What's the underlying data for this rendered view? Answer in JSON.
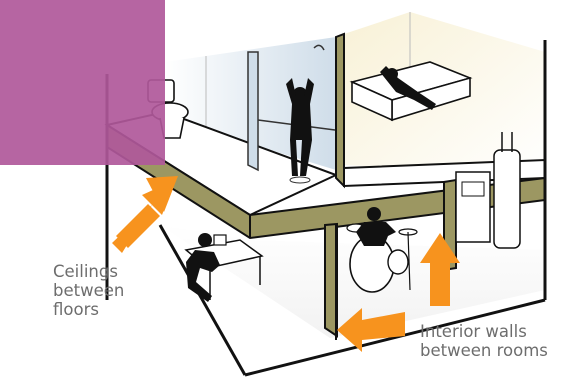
{
  "labels": {
    "ceilings": [
      "Ceilings",
      "between",
      "floors"
    ],
    "interior_walls": [
      "Interior walls",
      "between rooms"
    ]
  },
  "colors": {
    "accent_magenta": "#b0589a",
    "arrow_orange": "#f7931e",
    "wall_cavity_olive": "#9c9762",
    "bathroom_blue": "#dfe8f0",
    "bedroom_cream": "#f7f1dc",
    "outline": "#111111",
    "label_gray": "#6d6d6d"
  },
  "rooms": [
    "bathroom",
    "bedroom",
    "office",
    "music-room",
    "utility-room"
  ]
}
